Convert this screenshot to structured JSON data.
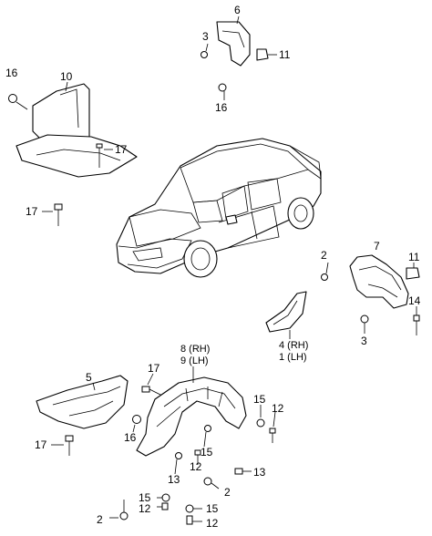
{
  "figure": {
    "labels": {
      "p6": "6",
      "p3_top": "3",
      "p11_top": "11",
      "p16_top": "16",
      "p16_left": "16",
      "p10": "10",
      "p17_a": "17",
      "p17_b": "17",
      "p2_right": "2",
      "p7": "7",
      "p11_right": "11",
      "p14": "14",
      "p3_right": "3",
      "p4": "4 (RH)",
      "p1": "1 (LH)",
      "p8": "8 (RH)",
      "p9": "9 (LH)",
      "p5": "5",
      "p17_c": "17",
      "p16_c": "16",
      "p17_d": "17",
      "p15_a": "15",
      "p12_a": "12",
      "p15_b": "15",
      "p12_b": "12",
      "p13_a": "13",
      "p13_b": "13",
      "p2_b": "2",
      "p2_c": "2",
      "p15_c": "15",
      "p12_c": "12",
      "p15_d": "15",
      "p12_d": "12"
    }
  }
}
